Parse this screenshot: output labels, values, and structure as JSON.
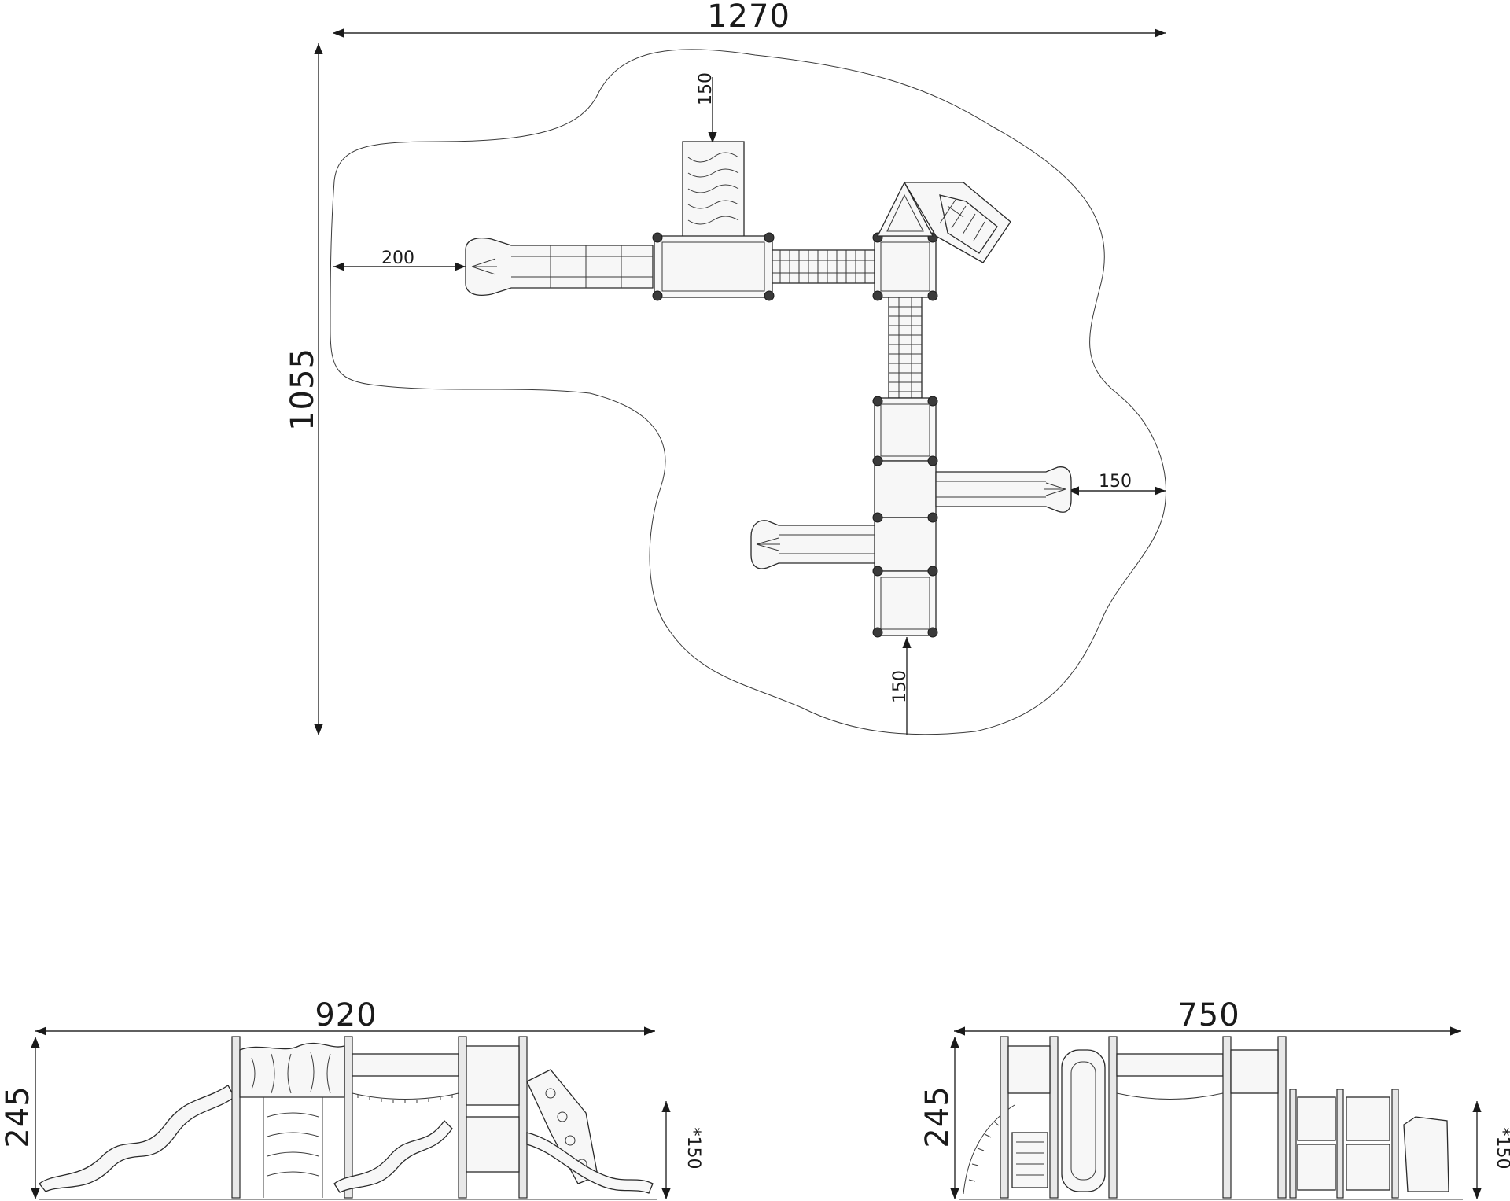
{
  "plan": {
    "width_label": "1270",
    "height_label": "1055",
    "safety_top_label": "150",
    "safety_left_label": "200",
    "safety_right_label": "150",
    "safety_bottom_label": "150"
  },
  "elevation_front": {
    "width_label": "920",
    "height_label": "245",
    "fall_height_label": "*150"
  },
  "elevation_side": {
    "width_label": "750",
    "height_label": "245",
    "fall_height_label": "*150"
  },
  "colors": {
    "line": "#2a2a2a",
    "background": "#ffffff"
  }
}
